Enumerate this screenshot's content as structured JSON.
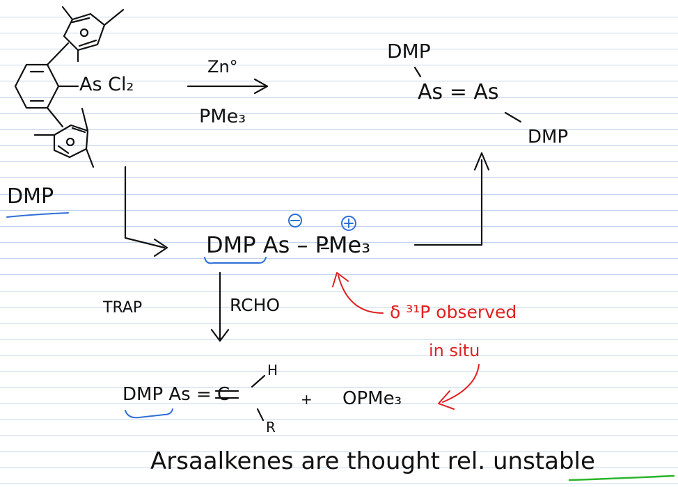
{
  "reagents": {
    "arsenic_chloride": "As Cl₂",
    "zinc": "Zn°",
    "pme3": "PMe₃"
  },
  "dimer": {
    "dmp_top": "DMP",
    "as_as": "As = As",
    "dmp_bottom": "DMP"
  },
  "ligand_label": "DMP",
  "intermediate": {
    "text": "DMP As – PMe₃",
    "minus_charge": "−",
    "plus_charge": "+"
  },
  "trap": {
    "label": "TRAP",
    "reagent": "RCHO"
  },
  "note": {
    "line1": "δ ³¹P observed",
    "line2": "in situ"
  },
  "product": {
    "arsaalkene": "DMP As = C",
    "h": "H",
    "r": "R",
    "plus": "+",
    "phosphine_oxide": "OPMe₃"
  },
  "conclusion": {
    "prefix": "Arsaalkenes are thought rel.",
    "underlined": "unstable"
  },
  "colors": {
    "ink": "#111111",
    "red_note": "#e02020",
    "blue_highlight": "#2f6fd6",
    "green_underline": "#2bb52b",
    "ruled_lines": "#c3d4ea"
  }
}
